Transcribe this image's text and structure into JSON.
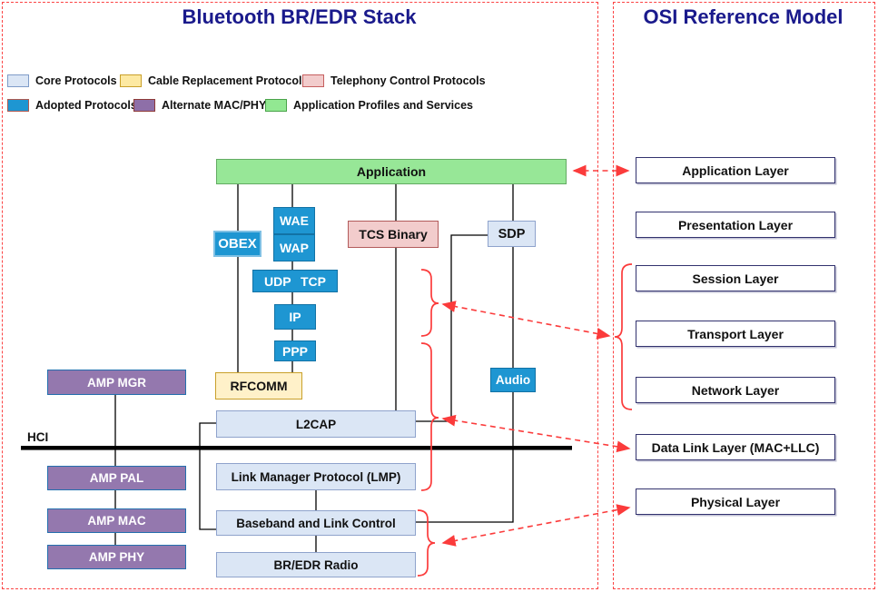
{
  "left_panel": {
    "title": "Bluetooth BR/EDR Stack",
    "legend": {
      "core": "Core Protocols",
      "cable": "Cable Replacement Protocol",
      "telephony": "Telephony Control Protocols",
      "adopted": "Adopted Protocols",
      "alternate": "Alternate MAC/PHY",
      "application": "Application Profiles and Services"
    },
    "boxes": {
      "application": "Application",
      "obex": "OBEX",
      "wae": "WAE",
      "wap": "WAP",
      "tcs_binary": "TCS Binary",
      "sdp": "SDP",
      "udp": "UDP",
      "tcp": "TCP",
      "ip": "IP",
      "ppp": "PPP",
      "amp_mgr": "AMP MGR",
      "rfcomm": "RFCOMM",
      "audio": "Audio",
      "l2cap": "L2CAP",
      "hci": "HCI",
      "amp_pal": "AMP PAL",
      "amp_mac": "AMP MAC",
      "amp_phy": "AMP PHY",
      "lmp": "Link Manager Protocol (LMP)",
      "baseband": "Baseband and Link Control",
      "radio": "BR/EDR Radio"
    }
  },
  "right_panel": {
    "title": "OSI Reference Model",
    "layers": [
      "Application Layer",
      "Presentation Layer",
      "Session Layer",
      "Transport Layer",
      "Network Layer",
      "Data Link Layer (MAC+LLC)",
      "Physical Layer"
    ]
  },
  "colors": {
    "title_navy": "#1a1a8c",
    "accent_red": "#fb4343",
    "core_fill": "#dbe6f5",
    "cable_fill": "#fde9a2",
    "telephony_fill": "#f2cccc",
    "adopted_fill": "#1e96d2",
    "alternate_fill": "#8e6fa8",
    "application_fill": "#92e892"
  }
}
